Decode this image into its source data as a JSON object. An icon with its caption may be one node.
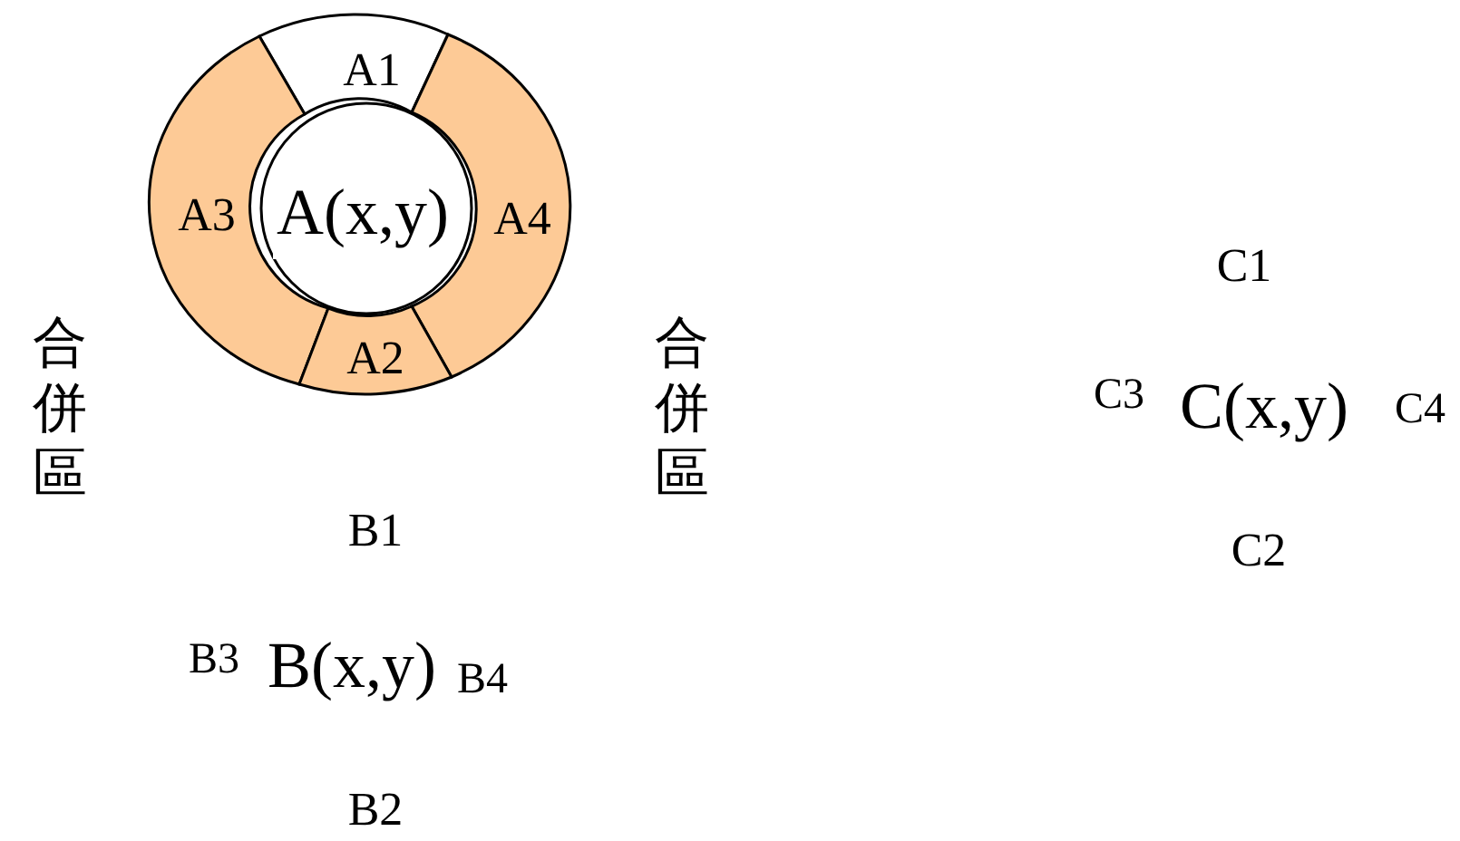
{
  "diagram": {
    "nodes": [
      {
        "text": [
          "A1"
        ]
      },
      {
        "text": [
          "A3"
        ]
      },
      {
        "text": [
          "A(x,y)"
        ]
      },
      {
        "text": [
          "A4"
        ]
      },
      {
        "text": [
          "A2"
        ]
      }
    ],
    "labels": [
      "合併區",
      "合併區",
      "C1",
      "C3",
      "C(x,y)",
      "C4",
      "B1",
      "C2",
      "B3",
      "B(x,y)",
      "B4",
      "B2"
    ]
  }
}
